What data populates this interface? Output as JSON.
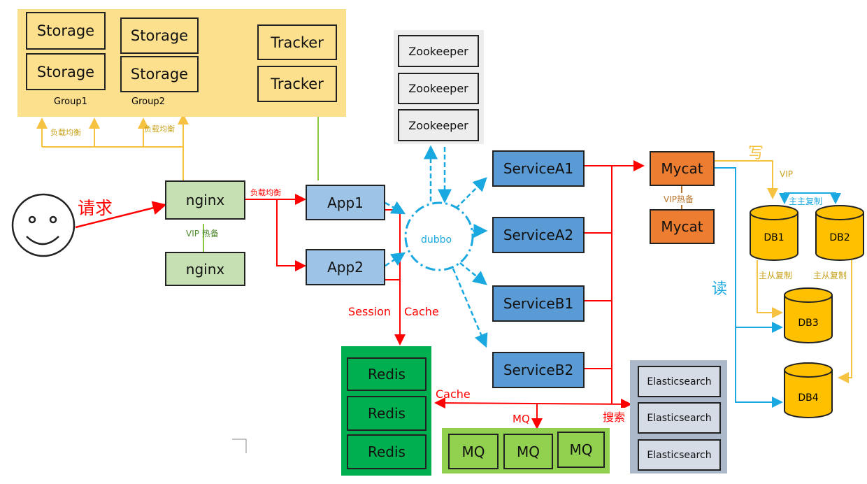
{
  "storage_area": {
    "nodes": [
      "Storage",
      "Storage",
      "Storage",
      "Storage"
    ],
    "trackers": [
      "Tracker",
      "Tracker"
    ],
    "groups": [
      "Group1",
      "Group2"
    ]
  },
  "zookeeper": [
    "Zookeeper",
    "Zookeeper",
    "Zookeeper"
  ],
  "client": {
    "request_label": "请求"
  },
  "nginx": [
    "nginx",
    "nginx"
  ],
  "apps": [
    "App1",
    "App2"
  ],
  "dubbo_label": "dubbo",
  "services": [
    "ServiceA1",
    "ServiceA2",
    "ServiceB1",
    "ServiceB2"
  ],
  "mycat": [
    "Mycat",
    "Mycat"
  ],
  "databases": [
    "DB1",
    "DB2",
    "DB3",
    "DB4"
  ],
  "redis": [
    "Redis",
    "Redis",
    "Redis"
  ],
  "mq": [
    "MQ",
    "MQ",
    "MQ"
  ],
  "elasticsearch": [
    "Elasticsearch",
    "Elasticsearch",
    "Elasticsearch"
  ],
  "labels": {
    "lb1": "负载均衡",
    "lb2": "负载均衡",
    "lb3": "负载均衡",
    "vip_hot1": "VIP 热备",
    "vip_hot2": "VIP热备",
    "write": "写",
    "read": "读",
    "vip": "VIP",
    "master_master": "主主复制",
    "master_slave1": "主从复制",
    "master_slave2": "主从复制",
    "session": "Session",
    "cache1": "Cache",
    "cache2": "Cache",
    "mq": "MQ",
    "search": "搜索"
  },
  "colors": {
    "storage_bg": "#fde08e",
    "nginx": "#c6e0b4",
    "app": "#9dc3e6",
    "service": "#5b9bd5",
    "mycat": "#ed7d31",
    "db": "#ffc000",
    "redis_panel": "#00b050",
    "redis_box": "#00b050",
    "mq_panel": "#92d050",
    "es_panel": "#acb9ca",
    "es_box": "#d6dce5",
    "zk_panel": "#ededed",
    "red": "#ff0000",
    "cyan": "#1aa8e0",
    "gold": "#f5c242",
    "green": "#8cc63f"
  }
}
